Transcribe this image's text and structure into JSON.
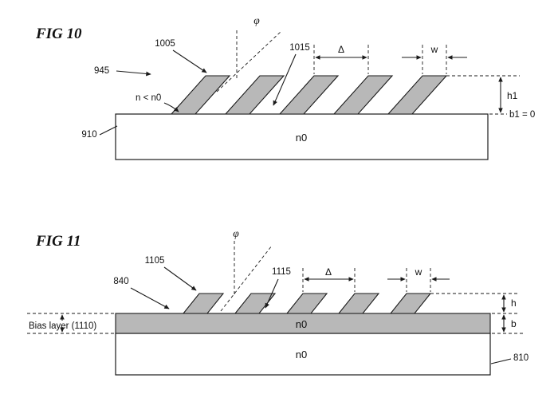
{
  "figures": {
    "fig10": {
      "title": "FIG 10",
      "refs": {
        "grating": "1005",
        "incident": "945",
        "groove": "1015",
        "substrate": "910"
      },
      "dims": {
        "angle": "φ",
        "period": "Δ",
        "width": "w",
        "height": "h1",
        "bias": "b1 = 0"
      },
      "notes": {
        "grating_index": "n < n0",
        "substrate_index": "n0"
      }
    },
    "fig11": {
      "title": "FIG 11",
      "refs": {
        "grating": "1105",
        "layer": "840",
        "groove": "1115",
        "substrate": "810"
      },
      "dims": {
        "angle": "φ",
        "period": "Δ",
        "width": "w",
        "height": "h",
        "bias": "b"
      },
      "notes": {
        "bias_layer": "Bias layer (1110)",
        "bias_index": "n0",
        "substrate_index": "n0"
      }
    }
  },
  "colors": {
    "grating_fill": "#b8b8b8",
    "line": "#1a1a1a",
    "background": "#ffffff"
  }
}
